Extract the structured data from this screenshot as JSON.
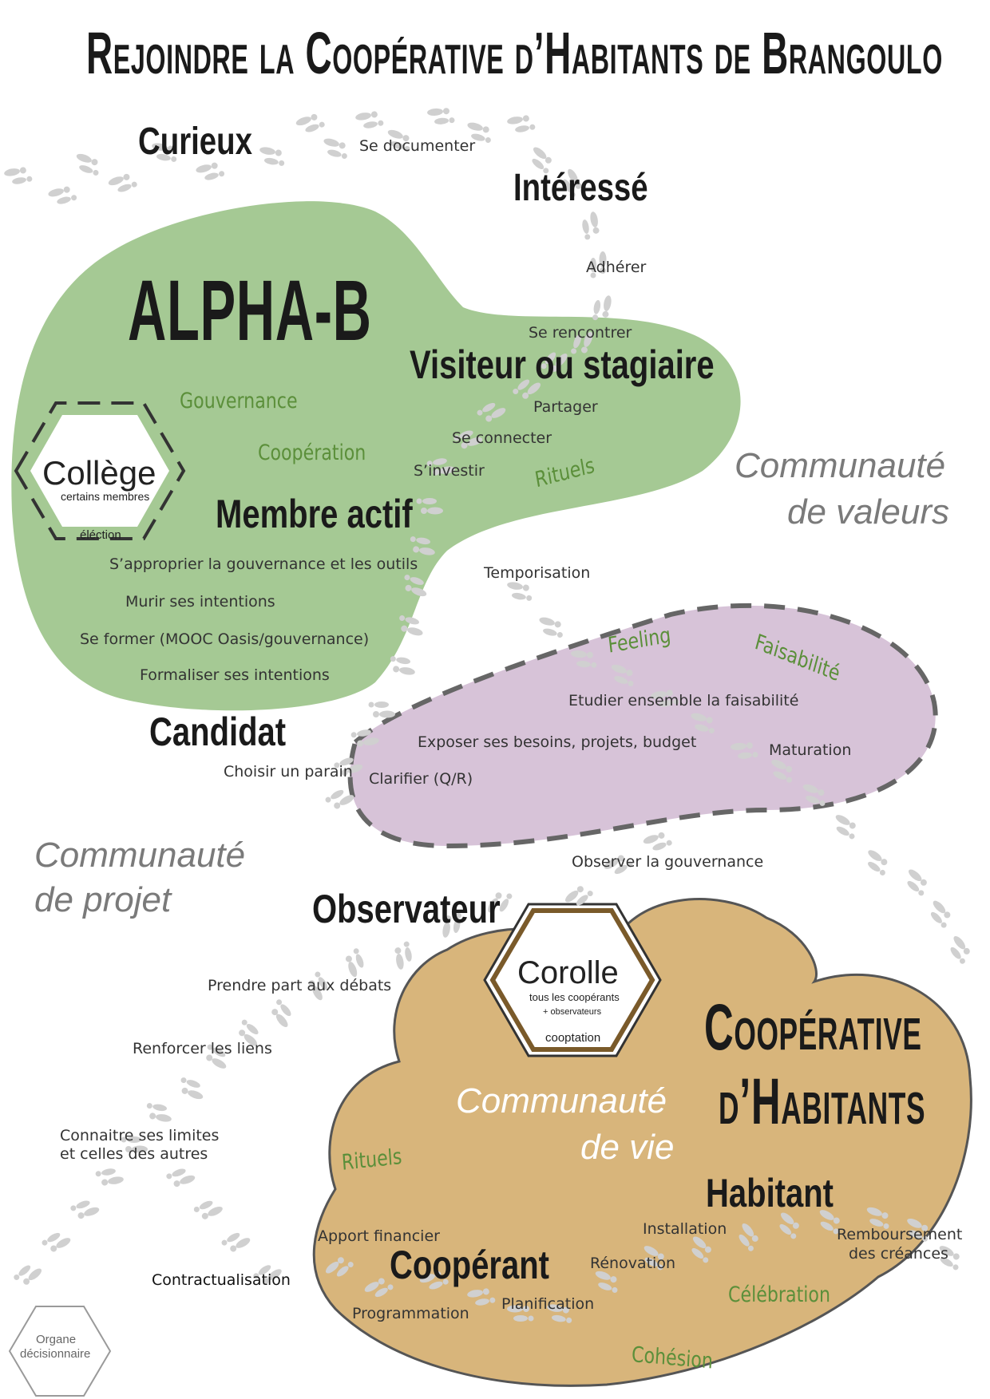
{
  "title": "Rejoindre la Coopérative d’Habitants de Brangoulo",
  "zones": {
    "alpha_b": "ALPHA-B",
    "cooperative_line1": "Coopérative",
    "cooperative_line2": "d’Habitants"
  },
  "roles": {
    "curieux": "Curieux",
    "interesse": "Intéressé",
    "visiteur": "Visiteur ou stagiaire",
    "membre_actif": "Membre actif",
    "candidat": "Candidat",
    "observateur": "Observateur",
    "habitant": "Habitant",
    "cooperant": "Coopérant"
  },
  "steps": {
    "se_documenter": "Se documenter",
    "adherer": "Adhérer",
    "se_rencontrer": "Se rencontrer",
    "partager": "Partager",
    "se_connecter": "Se connecter",
    "s_investir": "S’investir",
    "s_approprier": "S’approprier la gouvernance et les outils",
    "murir": "Murir ses intentions",
    "se_former": "Se former (MOOC Oasis/gouvernance)",
    "formaliser": "Formaliser ses intentions",
    "temporisation": "Temporisation",
    "choisir_parrain": "Choisir un parain",
    "etudier": "Etudier ensemble la faisabilité",
    "exposer": "Exposer ses besoins, projets, budget",
    "maturation": "Maturation",
    "clarifier": "Clarifier (Q/R)",
    "observer": "Observer la gouvernance",
    "prendre_part": "Prendre part aux débats",
    "renforcer": "Renforcer les liens",
    "connaitre_1": "Connaitre ses limites",
    "connaitre_2": "et celles des autres",
    "contractualisation": "Contractualisation",
    "apport": "Apport financier",
    "installation": "Installation",
    "renovation": "Rénovation",
    "remboursement_1": "Remboursement",
    "remboursement_2": "des créances",
    "programmation": "Programmation",
    "planification": "Planification"
  },
  "themes": {
    "gouvernance": "Gouvernance",
    "cooperation": "Coopération",
    "rituels_alpha": "Rituels",
    "feeling": "Feeling",
    "faisabilite": "Faisabilité",
    "rituels_coop": "Rituels",
    "celebration": "Célébration",
    "cohesion": "Cohésion"
  },
  "communities": {
    "valeurs_1": "Communauté",
    "valeurs_2": "de valeurs",
    "projet_1": "Communauté",
    "projet_2": "de projet",
    "vie_1": "Communauté",
    "vie_2": "de vie"
  },
  "bodies": {
    "college_name": "Collège",
    "college_members": "certains membres",
    "college_mode": "éléction",
    "corolle_name": "Corolle",
    "corolle_members_1": "tous les coopérants",
    "corolle_members_2": "+ observateurs",
    "corolle_mode": "cooptation"
  },
  "legend": {
    "line1": "Organe",
    "line2": "décisionnaire"
  },
  "colors": {
    "alpha_green": "#a5c994",
    "purple_zone": "#d7c3d8",
    "coop_tan": "#d8b57b",
    "theme_green": "#5b8f3a",
    "community_gray": "#7a7a7a",
    "footprint": "#d0d0d0"
  },
  "icons": {
    "footprints": "footprints-icon",
    "decision_body": "hexagon-icon"
  }
}
